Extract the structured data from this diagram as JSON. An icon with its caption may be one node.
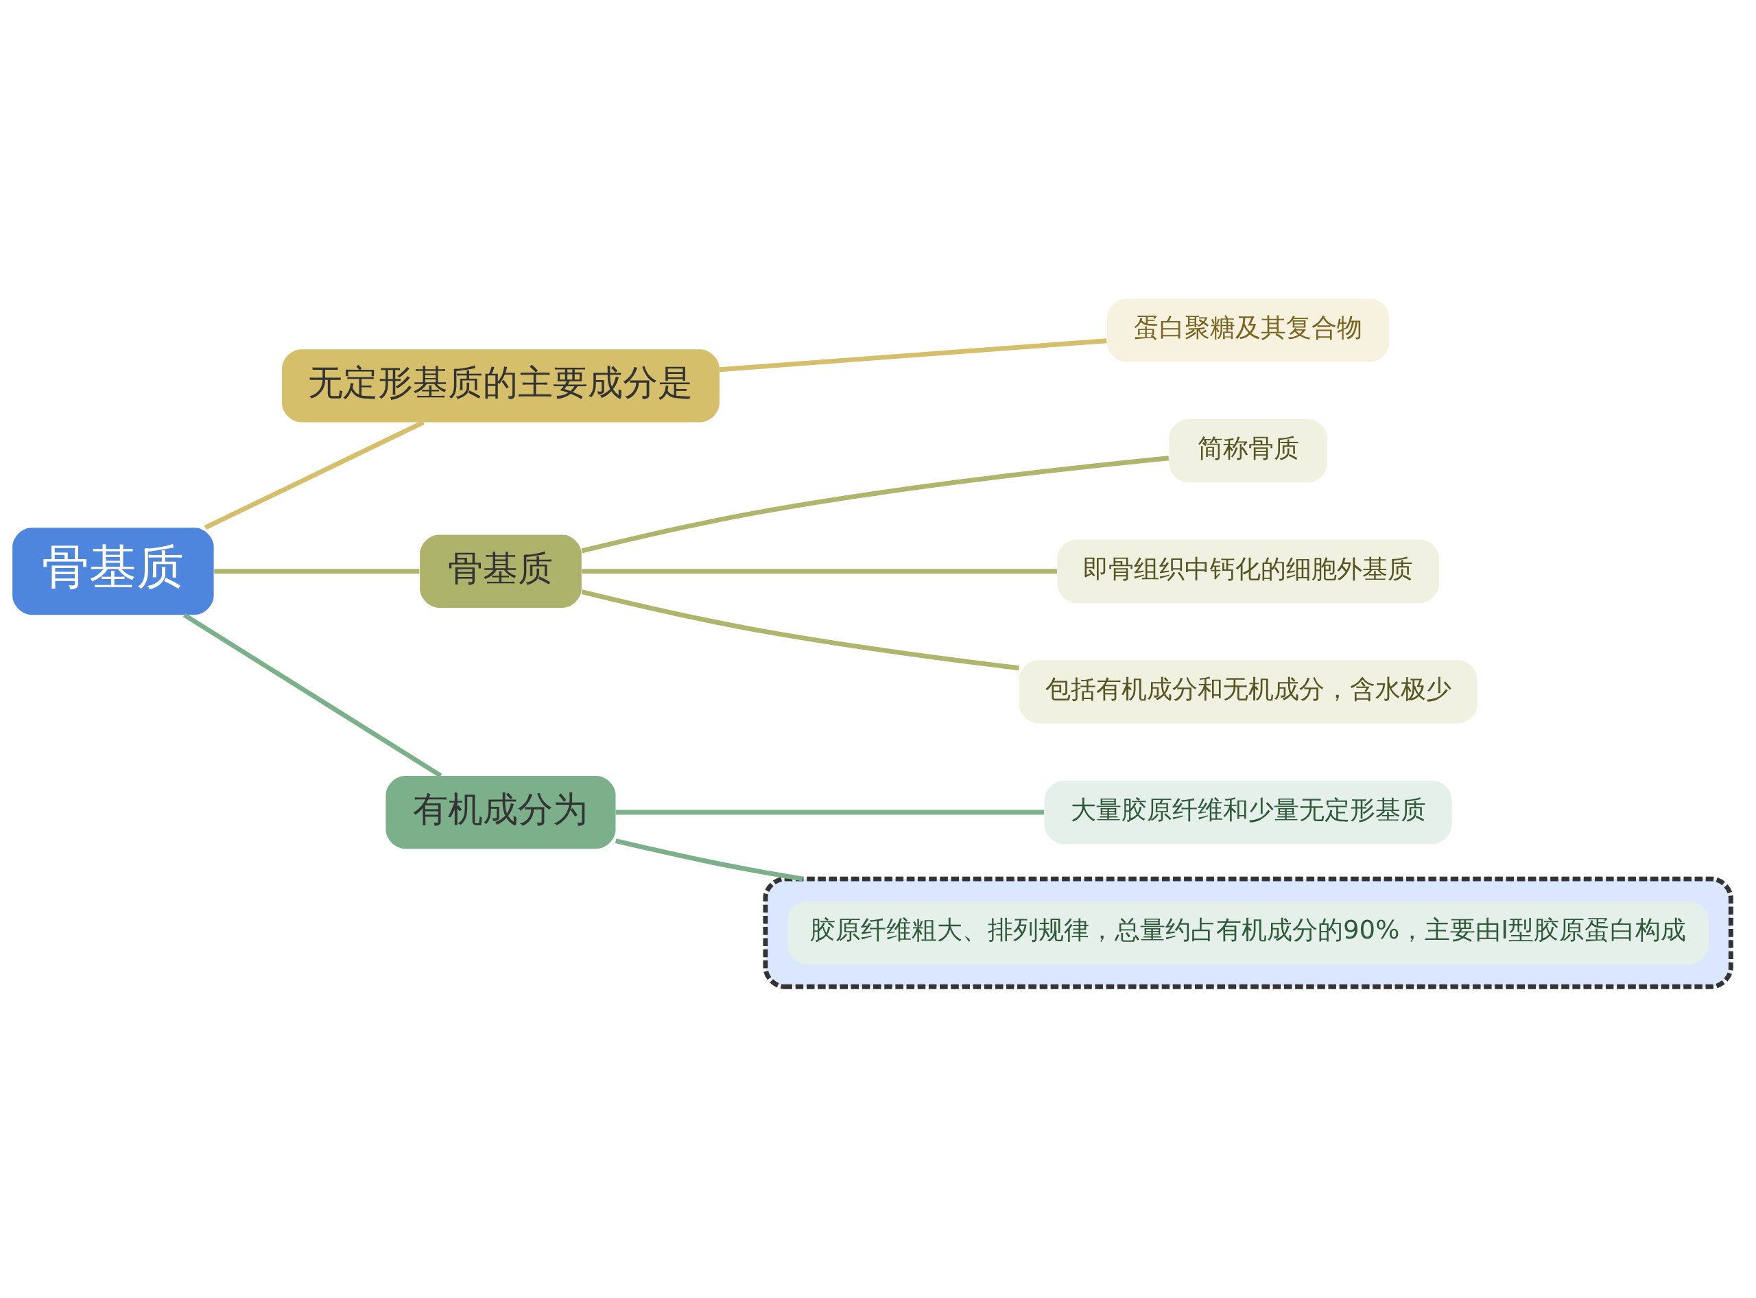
{
  "diagram": {
    "nodes": [
      {
        "text": [
          "骨基质"
        ]
      },
      {
        "text": [
          "无定形基质的主要成分是"
        ]
      },
      {
        "text": [
          "蛋白聚糖及其复合物"
        ]
      },
      {
        "text": [
          "骨基质"
        ]
      },
      {
        "text": [
          "简称骨质"
        ]
      },
      {
        "text": [
          "即骨组织中钙化的细胞外基质"
        ]
      },
      {
        "text": [
          "包括有机成分和无机成分，含水极少"
        ]
      },
      {
        "text": [
          "有机成分为"
        ]
      },
      {
        "text": [
          "大量胶原纤维和少量无定形基质"
        ]
      },
      {
        "text": [],
        "shape": "box"
      },
      {
        "text": [
          "胶原纤维粗大、排列规律，总量约占有机成分的90%，主要由Ⅰ型胶原蛋白构成"
        ],
        "in": 9
      }
    ],
    "edges": [
      {
        "from": 0,
        "to": 1,
        "arrow": "none",
        "color": "#d6bf6b"
      },
      {
        "from": 1,
        "to": 2,
        "arrow": "none",
        "color": "#d6bf6b"
      },
      {
        "from": 0,
        "to": 3,
        "arrow": "none",
        "color": "#b0b56c"
      },
      {
        "from": 3,
        "to": 4,
        "arrow": "none",
        "color": "#b0b56c"
      },
      {
        "from": 3,
        "to": 5,
        "arrow": "none",
        "color": "#b0b56c"
      },
      {
        "from": 3,
        "to": 6,
        "arrow": "none",
        "color": "#b0b56c"
      },
      {
        "from": 0,
        "to": 7,
        "arrow": "none",
        "color": "#7bb08a"
      },
      {
        "from": 7,
        "to": 8,
        "arrow": "none",
        "color": "#7bb08a"
      },
      {
        "from": 7,
        "to": 9,
        "arrow": "none",
        "color": "#7bb08a"
      }
    ]
  }
}
